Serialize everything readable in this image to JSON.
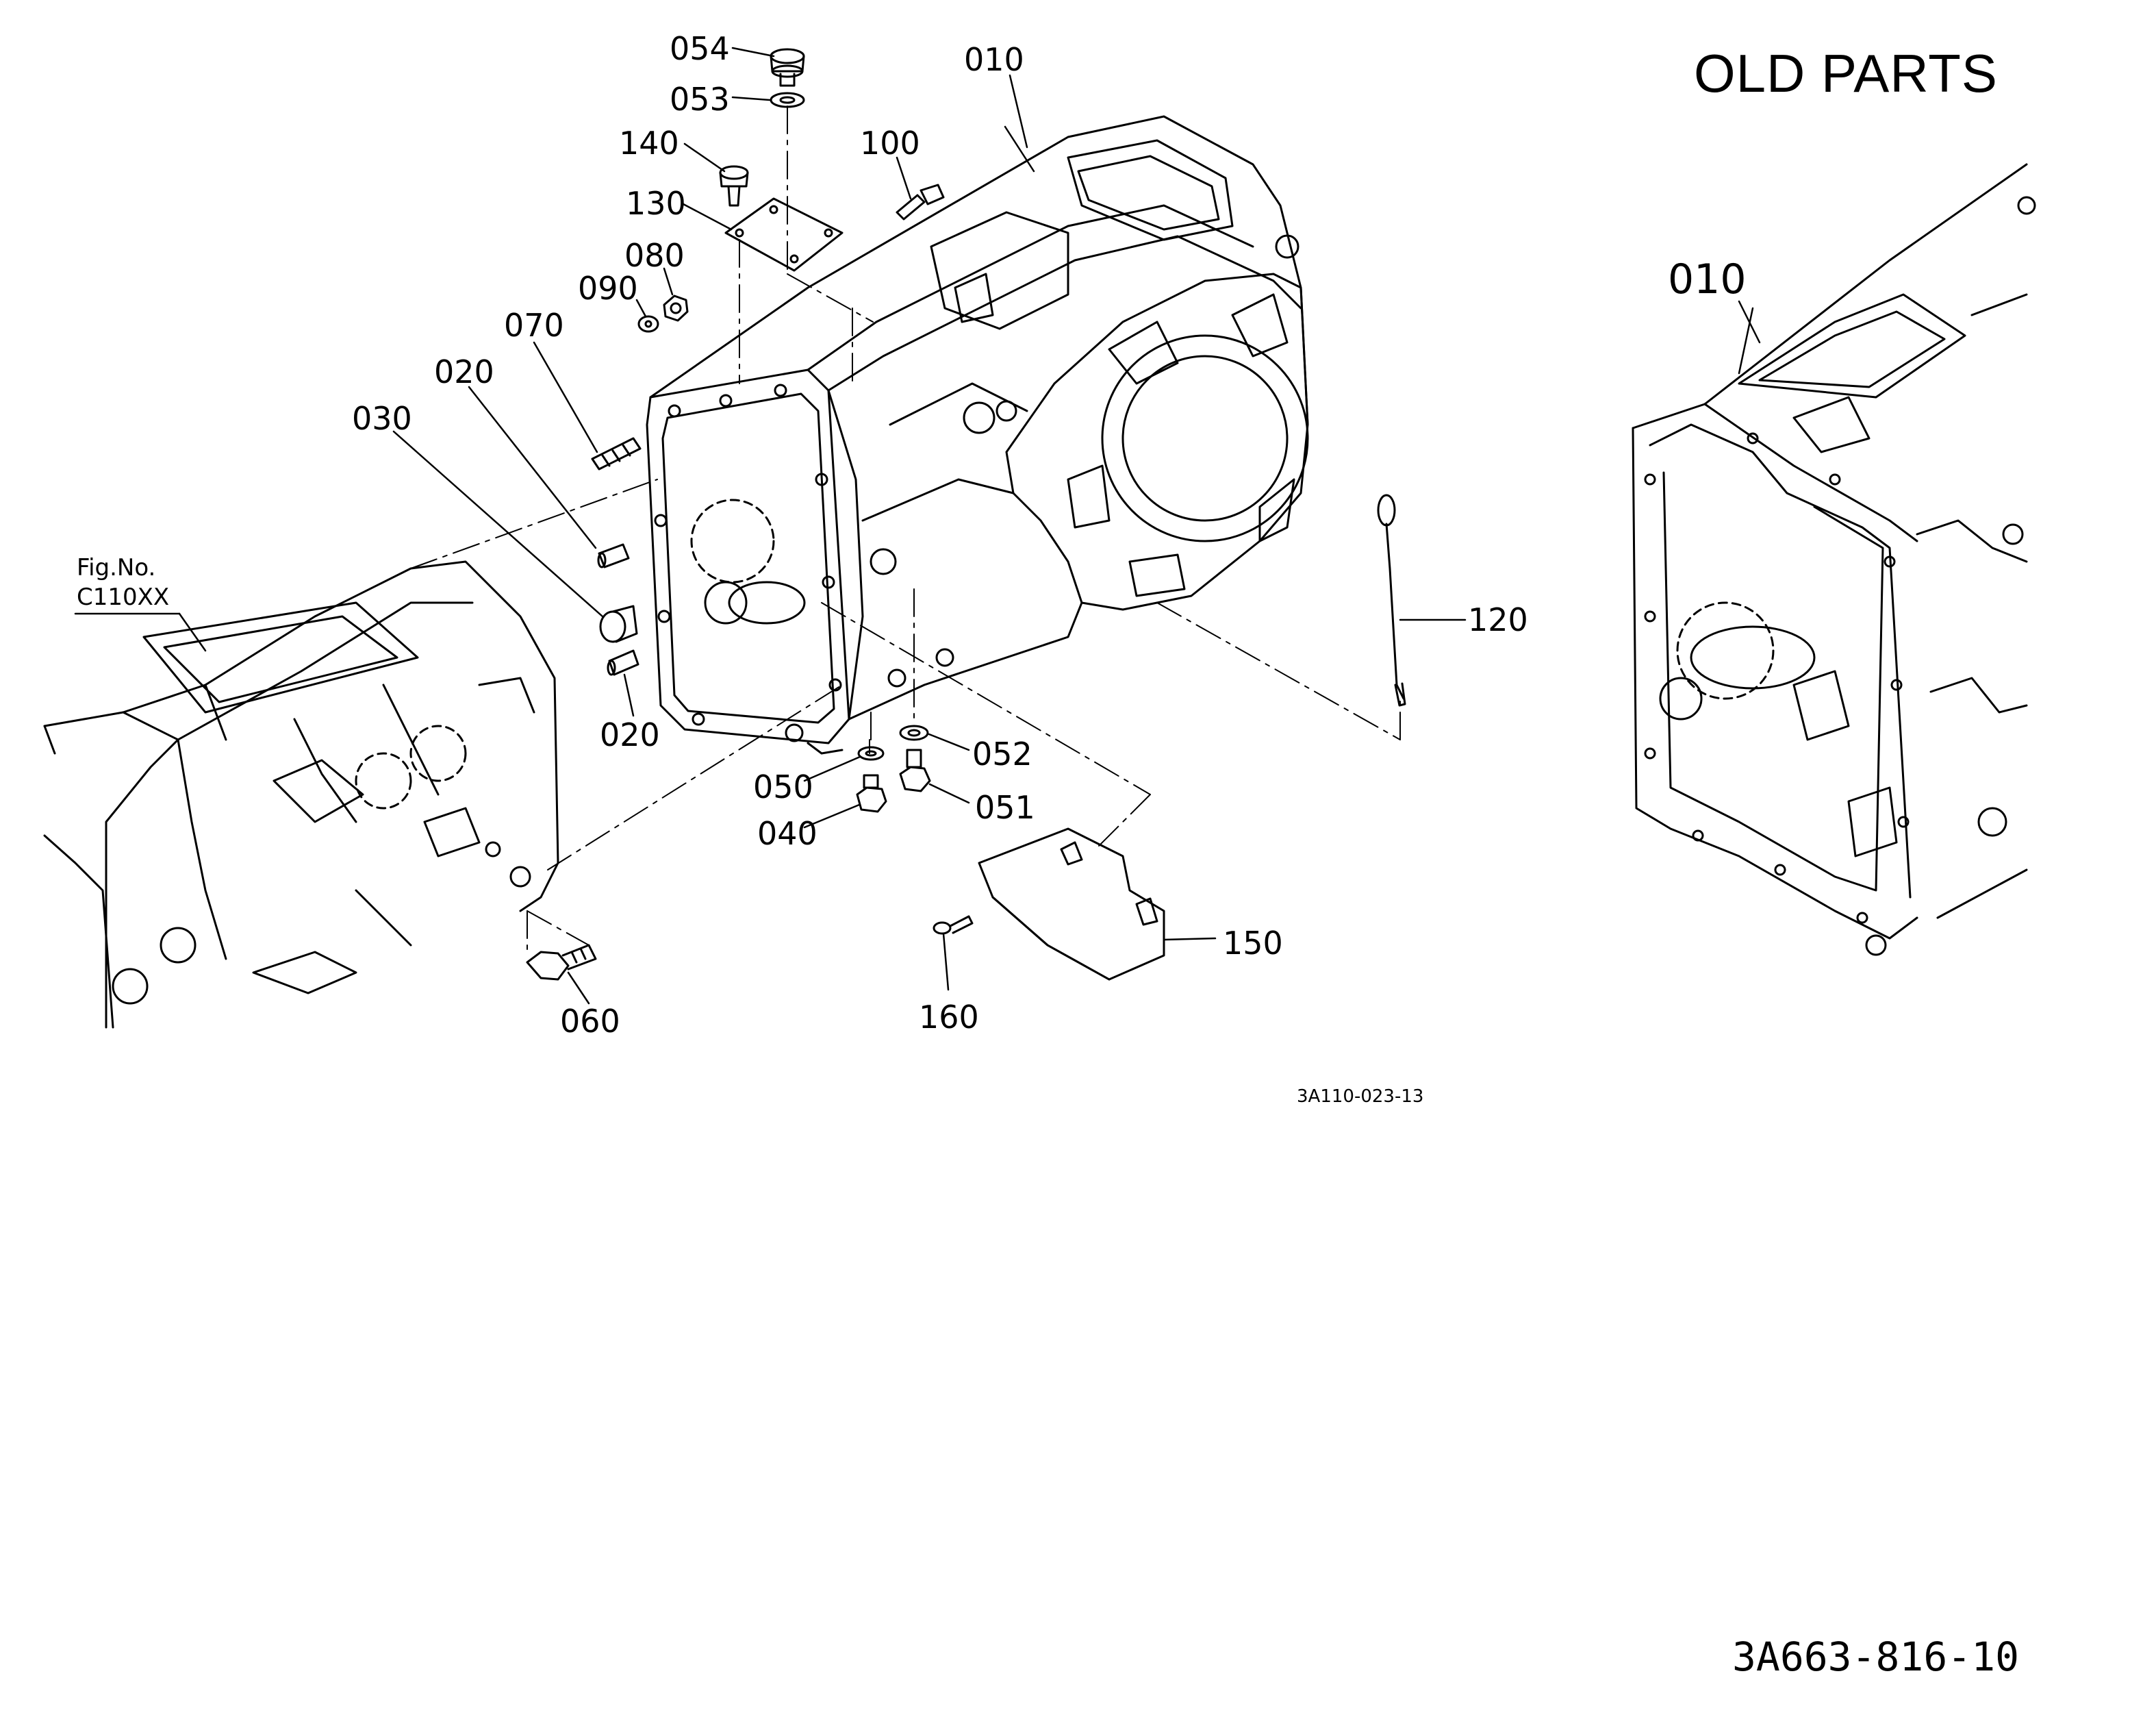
{
  "title": "OLD PARTS",
  "figure_ref": {
    "line1": "Fig.No.",
    "line2": "C110XX"
  },
  "drawing_no": "3A110-023-13",
  "document_no": "3A663-816-10",
  "callouts": {
    "c054": "054",
    "c053": "053",
    "c010": "010",
    "c140": "140",
    "c100": "100",
    "c130": "130",
    "c080": "080",
    "c090": "090",
    "c070": "070",
    "c020a": "020",
    "c030": "030",
    "c120": "120",
    "c020b": "020",
    "c052": "052",
    "c050": "050",
    "c051": "051",
    "c040": "040",
    "c150": "150",
    "c160": "160",
    "c060": "060",
    "c010_old": "010"
  }
}
